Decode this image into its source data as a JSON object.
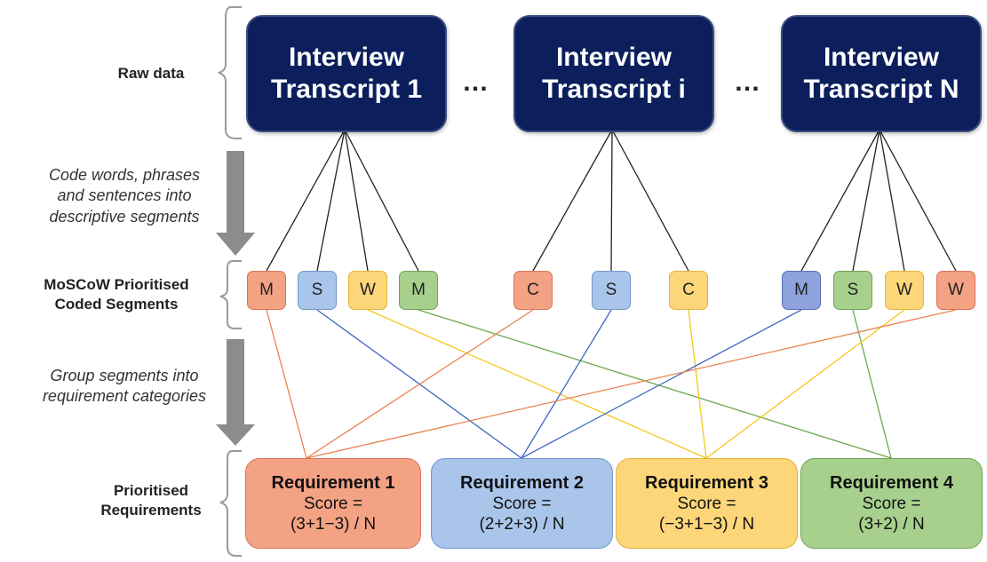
{
  "colors": {
    "M": {
      "fill": "#f4a284",
      "stroke": "#d9735a"
    },
    "S": {
      "fill": "#a9c6ea",
      "stroke": "#6f98cc"
    },
    "W": {
      "fill": "#fcd679",
      "stroke": "#e2b43a"
    },
    "C": {
      "fill": "#a8d08d",
      "stroke": "#6fa554"
    },
    "M2": {
      "fill": "#8ea3dc",
      "stroke": "#5a6fb5"
    },
    "C2": {
      "fill": "#f4a284",
      "stroke": "#d9735a"
    },
    "C3": {
      "fill": "#fcd679",
      "stroke": "#e2b43a"
    },
    "S2": {
      "fill": "#a8d08d",
      "stroke": "#6fa554"
    }
  },
  "line_colors": {
    "orange": "#e8834e",
    "blue": "#3f66c2",
    "yellow": "#f2c81c",
    "green": "#6ea84a"
  },
  "labels": {
    "raw_data": "Raw data",
    "coded_segments": [
      "MoSCoW Prioritised",
      "Coded Segments"
    ],
    "prioritised_requirements": [
      "Prioritised",
      "Requirements"
    ],
    "step1": [
      "Code words, phrases",
      "and sentences into",
      "descriptive segments"
    ],
    "step2": [
      "Group segments into",
      "requirement categories"
    ]
  },
  "transcripts": [
    {
      "line1": "Interview",
      "line2": "Transcript 1"
    },
    {
      "line1": "Interview",
      "line2": "Transcript i"
    },
    {
      "line1": "Interview",
      "line2": "Transcript N"
    }
  ],
  "ellipsis": "…",
  "segments": [
    {
      "letter": "M",
      "color": "M"
    },
    {
      "letter": "S",
      "color": "S"
    },
    {
      "letter": "W",
      "color": "W"
    },
    {
      "letter": "M",
      "color": "C"
    },
    {
      "letter": "C",
      "color": "C2"
    },
    {
      "letter": "S",
      "color": "S"
    },
    {
      "letter": "C",
      "color": "C3"
    },
    {
      "letter": "M",
      "color": "M2"
    },
    {
      "letter": "S",
      "color": "S2"
    },
    {
      "letter": "W",
      "color": "W"
    },
    {
      "letter": "W",
      "color": "M"
    }
  ],
  "requirements": [
    {
      "title": "Requirement 1",
      "score_label": "Score =",
      "score": "(3+1−3) / N",
      "color": "M"
    },
    {
      "title": "Requirement 2",
      "score_label": "Score =",
      "score": "(2+2+3) / N",
      "color": "S"
    },
    {
      "title": "Requirement 3",
      "score_label": "Score =",
      "score": "(−3+1−3) / N",
      "color": "W"
    },
    {
      "title": "Requirement 4",
      "score_label": "Score =",
      "score": "(3+2) / N",
      "color": "C"
    }
  ]
}
